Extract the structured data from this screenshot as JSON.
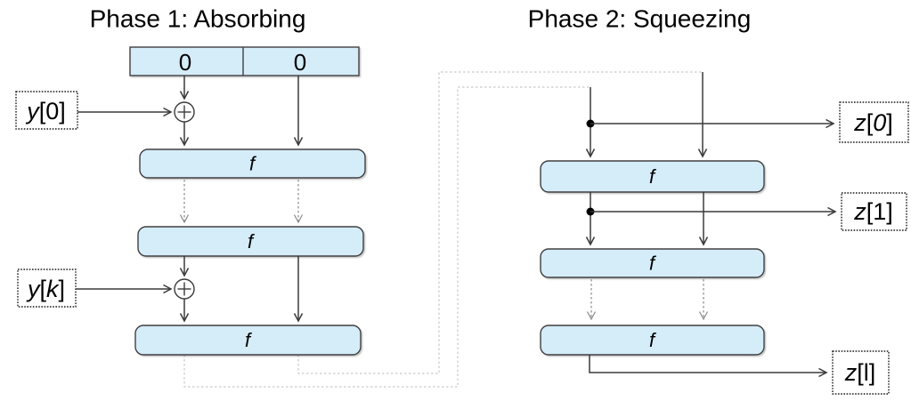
{
  "diagram": {
    "titles": {
      "phase1": "Phase 1: Absorbing",
      "phase2": "Phase 2: Squeezing"
    },
    "initial_state": {
      "left_cell": "0",
      "right_cell": "0"
    },
    "function_label": "f",
    "io_labels": {
      "y0": [
        {
          "t": "y",
          "i": 1
        },
        {
          "t": "[0]",
          "i": 0
        }
      ],
      "yk": [
        {
          "t": "y",
          "i": 1
        },
        {
          "t": "[",
          "i": 0
        },
        {
          "t": "k",
          "i": 1
        },
        {
          "t": "]",
          "i": 0
        }
      ],
      "z0": [
        {
          "t": "z",
          "i": 1
        },
        {
          "t": "[",
          "i": 0
        },
        {
          "t": "0",
          "i": 1
        },
        {
          "t": "]",
          "i": 0
        }
      ],
      "z1": [
        {
          "t": "z",
          "i": 1
        },
        {
          "t": "[1]",
          "i": 0
        }
      ],
      "zl": [
        {
          "t": "z",
          "i": 1
        },
        {
          "t": "[l]",
          "i": 0
        }
      ]
    },
    "colors": {
      "box_fill": "#d5ecf9",
      "box_border": "#3f3f3f",
      "arrow": "#3a3a3a",
      "dashed_arrow": "#8a8a8a",
      "routing_line": "#c9c9c9",
      "io_border": "#1a1a1a",
      "text": "#000000"
    }
  }
}
